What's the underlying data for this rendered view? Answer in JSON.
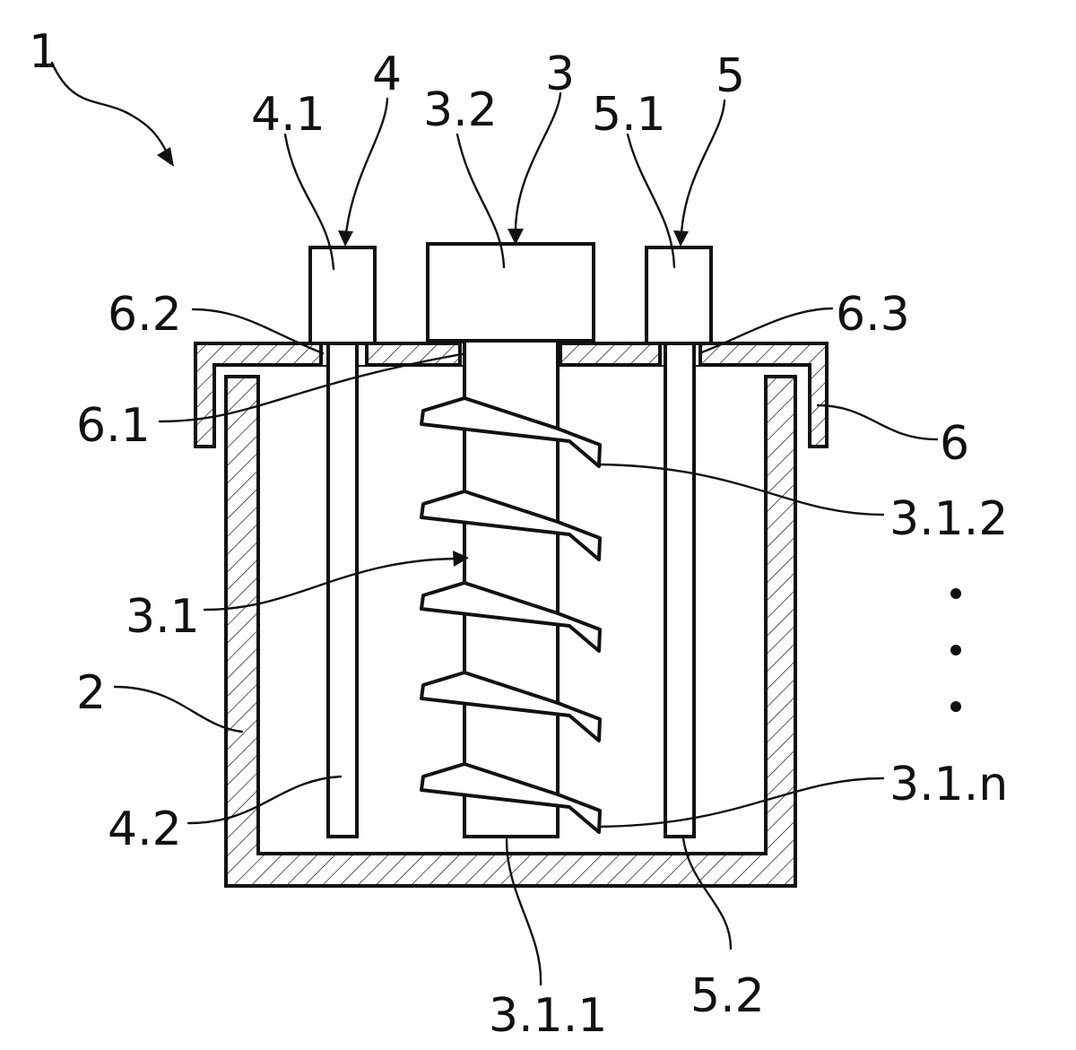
{
  "figure": {
    "labels": {
      "device": "1",
      "container": "2",
      "screw": "3",
      "screw_shaft": "3.1",
      "shaft_end": "3.1.1",
      "blade_first": "3.1.2",
      "blade_last": "3.1.n",
      "screw_head": "3.2",
      "left_electrode": "4",
      "left_electrode_head": "4.1",
      "left_electrode_rod": "4.2",
      "right_electrode": "5",
      "right_electrode_head": "5.1",
      "right_electrode_rod": "5.2",
      "lid": "6",
      "lid_center_hole": "6.1",
      "lid_left_hole": "6.2",
      "lid_right_hole": "6.3"
    },
    "colors": {
      "line": "#111111",
      "background": "#ffffff"
    }
  }
}
